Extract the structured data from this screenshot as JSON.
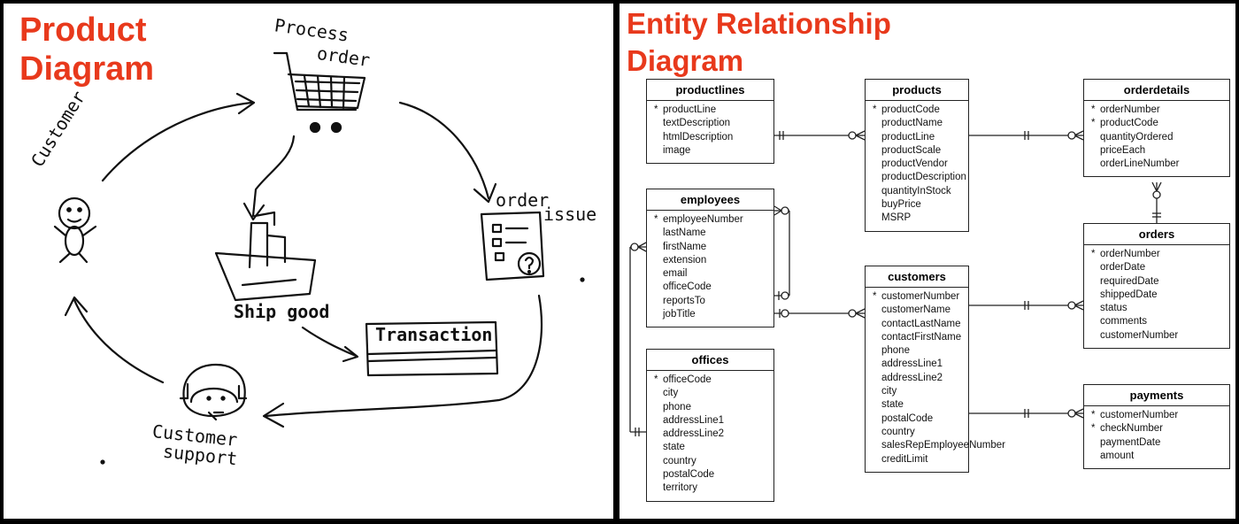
{
  "product_diagram": {
    "title": "Product Diagram",
    "labels": {
      "process_order": [
        "Process",
        "order"
      ],
      "customer": "Customer",
      "ship_good": "Ship good",
      "transaction": "Transaction",
      "order_issue": [
        "order",
        "issue"
      ],
      "customer_support": [
        "Customer",
        "support"
      ]
    }
  },
  "erd": {
    "title": [
      "Entity Relationship",
      "Diagram"
    ],
    "entities": [
      {
        "name": "productlines",
        "fields": [
          {
            "pk": true,
            "name": "productLine"
          },
          {
            "pk": false,
            "name": "textDescription"
          },
          {
            "pk": false,
            "name": "htmlDescription"
          },
          {
            "pk": false,
            "name": "image"
          }
        ]
      },
      {
        "name": "products",
        "fields": [
          {
            "pk": true,
            "name": "productCode"
          },
          {
            "pk": false,
            "name": "productName"
          },
          {
            "pk": false,
            "name": "productLine"
          },
          {
            "pk": false,
            "name": "productScale"
          },
          {
            "pk": false,
            "name": "productVendor"
          },
          {
            "pk": false,
            "name": "productDescription"
          },
          {
            "pk": false,
            "name": "quantityInStock"
          },
          {
            "pk": false,
            "name": "buyPrice"
          },
          {
            "pk": false,
            "name": "MSRP"
          }
        ]
      },
      {
        "name": "orderdetails",
        "fields": [
          {
            "pk": true,
            "name": "orderNumber"
          },
          {
            "pk": true,
            "name": "productCode"
          },
          {
            "pk": false,
            "name": "quantityOrdered"
          },
          {
            "pk": false,
            "name": "priceEach"
          },
          {
            "pk": false,
            "name": "orderLineNumber"
          }
        ]
      },
      {
        "name": "employees",
        "fields": [
          {
            "pk": true,
            "name": "employeeNumber"
          },
          {
            "pk": false,
            "name": "lastName"
          },
          {
            "pk": false,
            "name": "firstName"
          },
          {
            "pk": false,
            "name": "extension"
          },
          {
            "pk": false,
            "name": "email"
          },
          {
            "pk": false,
            "name": "officeCode"
          },
          {
            "pk": false,
            "name": "reportsTo"
          },
          {
            "pk": false,
            "name": "jobTitle"
          }
        ]
      },
      {
        "name": "customers",
        "fields": [
          {
            "pk": true,
            "name": "customerNumber"
          },
          {
            "pk": false,
            "name": "customerName"
          },
          {
            "pk": false,
            "name": "contactLastName"
          },
          {
            "pk": false,
            "name": "contactFirstName"
          },
          {
            "pk": false,
            "name": "phone"
          },
          {
            "pk": false,
            "name": "addressLine1"
          },
          {
            "pk": false,
            "name": "addressLine2"
          },
          {
            "pk": false,
            "name": "city"
          },
          {
            "pk": false,
            "name": "state"
          },
          {
            "pk": false,
            "name": "postalCode"
          },
          {
            "pk": false,
            "name": "country"
          },
          {
            "pk": false,
            "name": "salesRepEmployeeNumber"
          },
          {
            "pk": false,
            "name": "creditLimit"
          }
        ]
      },
      {
        "name": "orders",
        "fields": [
          {
            "pk": true,
            "name": "orderNumber"
          },
          {
            "pk": false,
            "name": "orderDate"
          },
          {
            "pk": false,
            "name": "requiredDate"
          },
          {
            "pk": false,
            "name": "shippedDate"
          },
          {
            "pk": false,
            "name": "status"
          },
          {
            "pk": false,
            "name": "comments"
          },
          {
            "pk": false,
            "name": "customerNumber"
          }
        ]
      },
      {
        "name": "offices",
        "fields": [
          {
            "pk": true,
            "name": "officeCode"
          },
          {
            "pk": false,
            "name": "city"
          },
          {
            "pk": false,
            "name": "phone"
          },
          {
            "pk": false,
            "name": "addressLine1"
          },
          {
            "pk": false,
            "name": "addressLine2"
          },
          {
            "pk": false,
            "name": "state"
          },
          {
            "pk": false,
            "name": "country"
          },
          {
            "pk": false,
            "name": "postalCode"
          },
          {
            "pk": false,
            "name": "territory"
          }
        ]
      },
      {
        "name": "payments",
        "fields": [
          {
            "pk": true,
            "name": "customerNumber"
          },
          {
            "pk": true,
            "name": "checkNumber"
          },
          {
            "pk": false,
            "name": "paymentDate"
          },
          {
            "pk": false,
            "name": "amount"
          }
        ]
      }
    ],
    "key_marker": "*"
  },
  "colors": {
    "title_red": "#e8391c",
    "ink": "#111111",
    "frame": "#000000"
  }
}
